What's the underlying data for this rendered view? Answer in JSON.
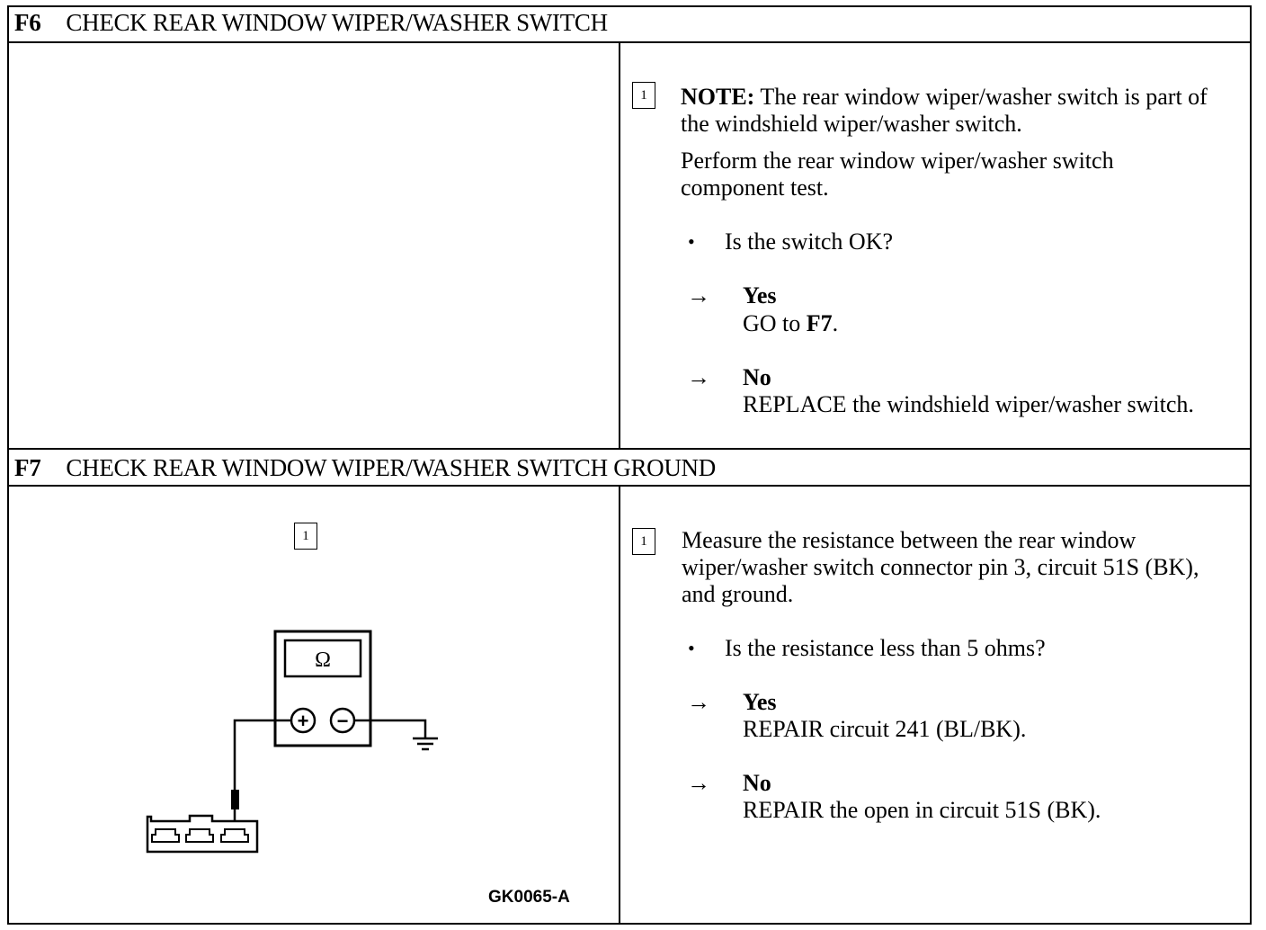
{
  "f6": {
    "id": "F6",
    "title": "CHECK REAR WINDOW WIPER/WASHER SWITCH",
    "step": "1",
    "note_label": "NOTE:",
    "note_text": " The rear window wiper/washer switch is part of the windshield wiper/washer switch.",
    "instruction": "Perform the rear window wiper/washer switch component test.",
    "question": "Is the switch OK?",
    "yes_label": "Yes",
    "yes_text": "GO to ",
    "yes_ref": "F7",
    "yes_tail": ".",
    "no_label": "No",
    "no_text": "REPLACE the windshield wiper/washer switch."
  },
  "f7": {
    "id": "F7",
    "title": "CHECK REAR WINDOW WIPER/WASHER SWITCH GROUND",
    "figure_step": "1",
    "step": "1",
    "instruction": "Measure the resistance between the rear window wiper/washer switch connector pin 3, circuit 51S (BK), and ground.",
    "question": "Is the resistance less than 5 ohms?",
    "yes_label": "Yes",
    "yes_text": "REPAIR circuit 241 (BL/BK).",
    "no_label": "No",
    "no_text": "REPAIR the open in circuit 51S (BK).",
    "figure_code": "GK0065-A",
    "meter_symbol": "Ω",
    "plus": "+",
    "minus": "−"
  },
  "glyphs": {
    "bullet": "•",
    "arrow": "→"
  }
}
